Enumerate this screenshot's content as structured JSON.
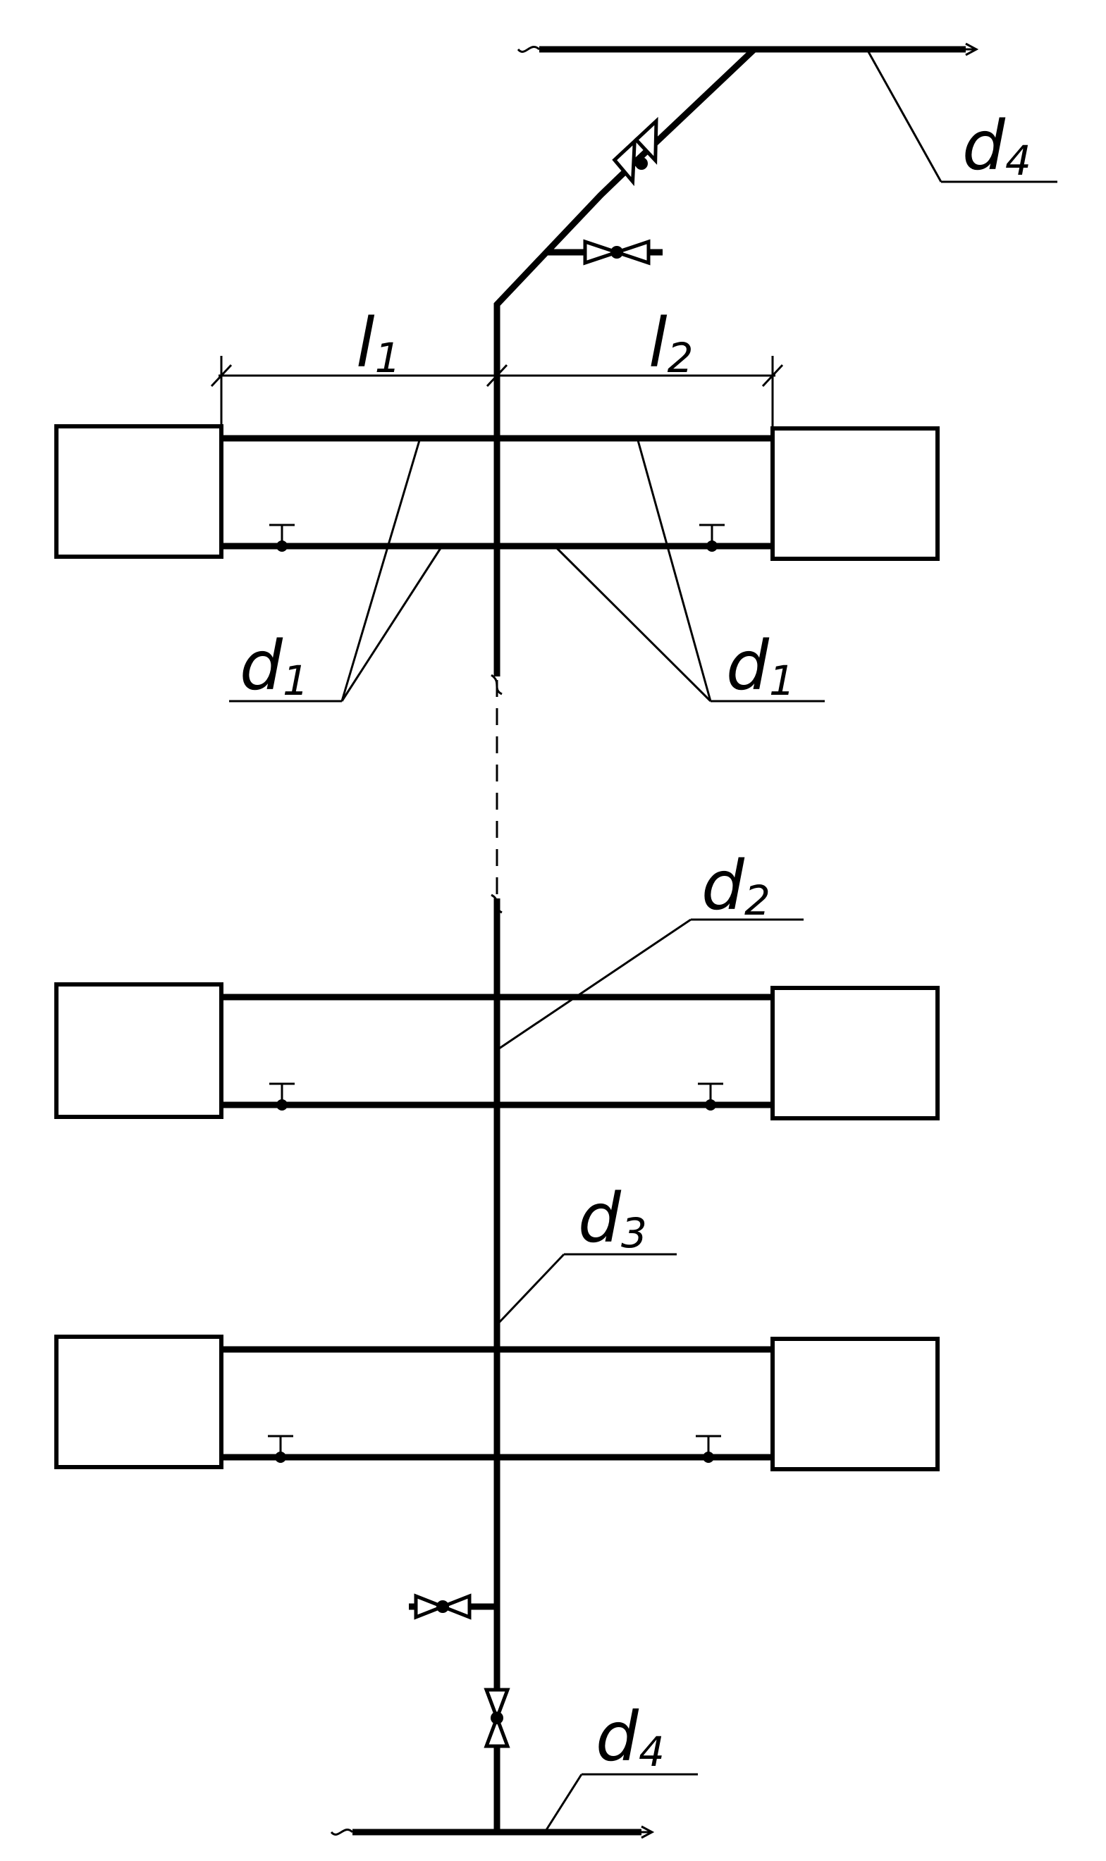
{
  "diagram": {
    "labels": {
      "d4_top": {
        "main": "d",
        "sub": "4"
      },
      "l1": {
        "main": "l",
        "sub": "1"
      },
      "l2": {
        "main": "l",
        "sub": "2"
      },
      "d1_left": {
        "main": "d",
        "sub": "1"
      },
      "d1_right": {
        "main": "d",
        "sub": "1"
      },
      "d2": {
        "main": "d",
        "sub": "2"
      },
      "d3": {
        "main": "d",
        "sub": "3"
      },
      "d4_bottom": {
        "main": "d",
        "sub": "4"
      }
    }
  }
}
